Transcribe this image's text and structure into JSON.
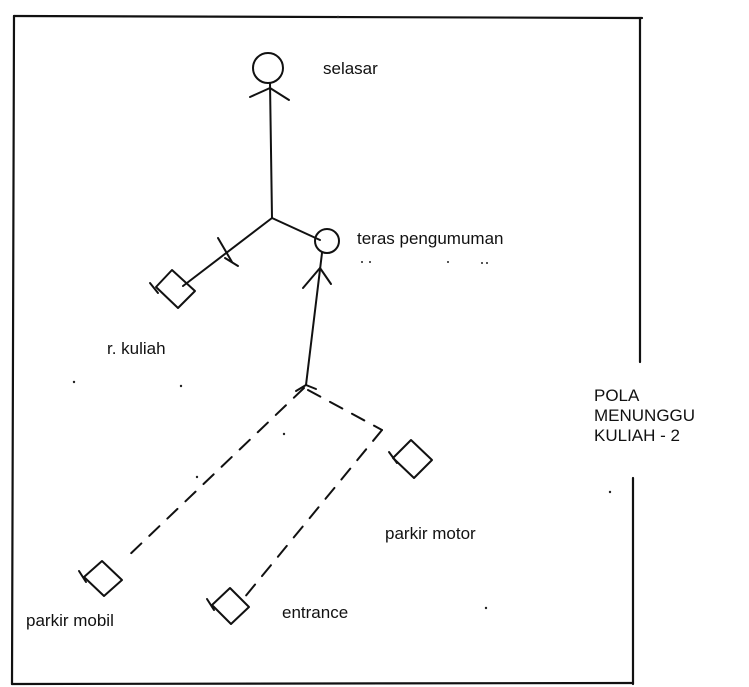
{
  "title": {
    "line1": "POLA",
    "line2": "MENUNGGU",
    "line3": "KULIAH - 2"
  },
  "labels": {
    "selasar": "selasar",
    "teras": "teras pengumuman",
    "r_kuliah": "r. kuliah",
    "parkir_motor": "parkir motor",
    "parkir_mobil": "parkir mobil",
    "entrance": "entrance"
  },
  "colors": {
    "ink": "#111111",
    "background": "#ffffff"
  }
}
